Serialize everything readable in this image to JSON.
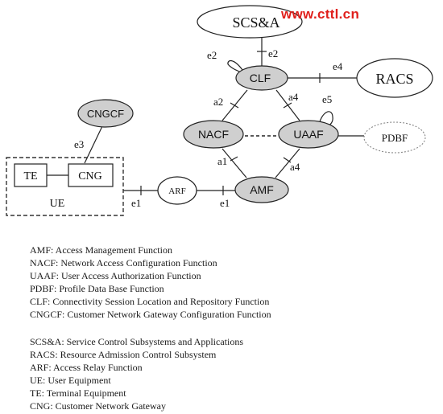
{
  "nodes": {
    "scsa": "SCS&A",
    "clf": "CLF",
    "racs": "RACS",
    "nacf": "NACF",
    "uaaf": "UAAF",
    "pdbf": "PDBF",
    "amf": "AMF",
    "arf": "ARF",
    "cngcf": "CNGCF",
    "te": "TE",
    "cng": "CNG",
    "ue": "UE"
  },
  "interfaces": {
    "e2_left": "e2",
    "e2_top": "e2",
    "e4": "e4",
    "a2": "a2",
    "a4_top": "a4",
    "e5": "e5",
    "a1": "a1",
    "a4_bottom": "a4",
    "e3": "e3",
    "e1_left": "e1",
    "e1_right": "e1"
  },
  "watermark": "www.cttl.cn",
  "legend_group1": [
    "AMF: Access Management Function",
    "NACF: Network Access Configuration Function",
    "UAAF: User Access Authorization Function",
    "PDBF: Profile Data Base Function",
    "CLF: Connectivity Session Location and Repository Function",
    "CNGCF: Customer Network Gateway  Configuration Function"
  ],
  "legend_group2": [
    "SCS&A: Service Control Subsystems and Applications",
    "RACS: Resource Admission Control Subsystem",
    "ARF:  Access Relay Function",
    "UE:  User Equipment",
    "TE: Terminal Equipment",
    "CNG: Customer Network Gateway"
  ],
  "colors": {
    "node_fill": "#cfcfcf",
    "line": "#222222",
    "watermark": "#e0201c"
  }
}
